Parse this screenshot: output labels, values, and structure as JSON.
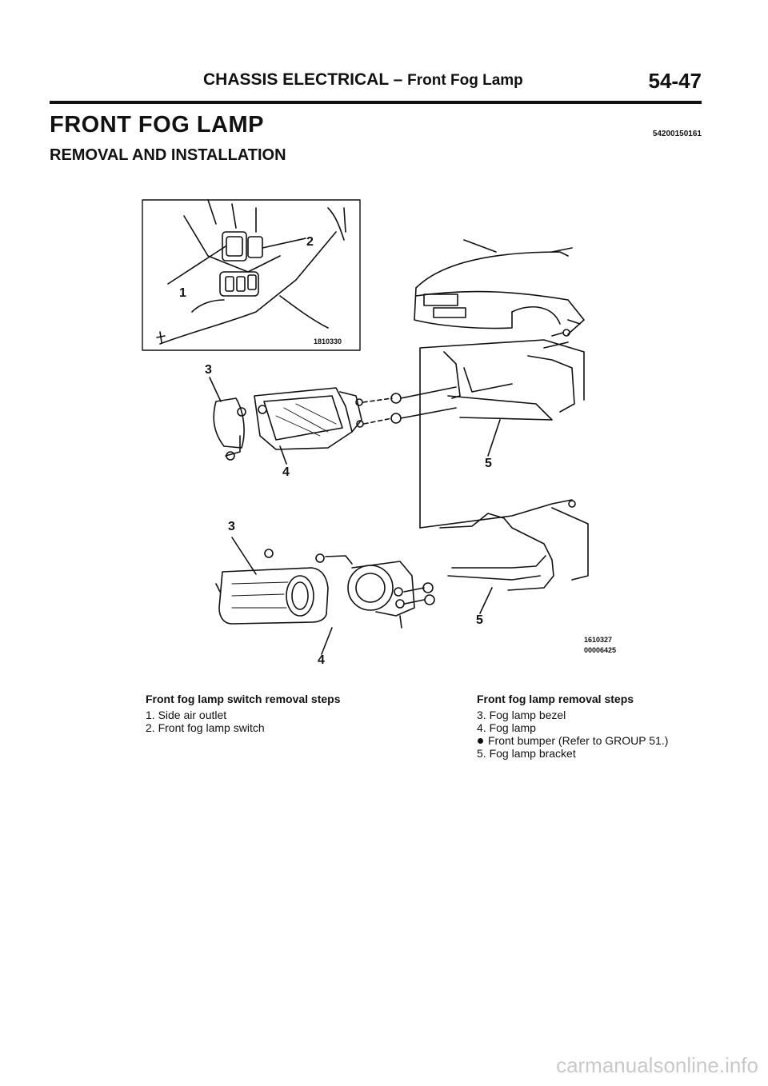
{
  "header": {
    "section": "CHASSIS ELECTRICAL",
    "separator": " – ",
    "subsection": "Front Fog Lamp",
    "page_number": "54-47"
  },
  "title": "FRONT FOG LAMP",
  "doc_id": "54200150161",
  "subtitle": "REMOVAL AND INSTALLATION",
  "figure": {
    "callouts": {
      "c1": "1",
      "c2": "2",
      "c3a": "3",
      "c4a": "4",
      "c5a": "5",
      "c3b": "3",
      "c4b": "4",
      "c5b": "5"
    },
    "codes": {
      "inset": "1810330",
      "main1": "1610327",
      "main2": "00006425"
    }
  },
  "steps_left": {
    "title": "Front fog lamp switch removal steps",
    "items": [
      "1. Side air outlet",
      "2. Front fog lamp switch"
    ]
  },
  "steps_right": {
    "title": "Front fog lamp removal steps",
    "items": [
      "3. Fog lamp bezel",
      "4. Fog lamp",
      "Front bumper (Refer to GROUP 51.)",
      "5. Fog lamp bracket"
    ]
  },
  "watermark": "carmanualsonline.info"
}
